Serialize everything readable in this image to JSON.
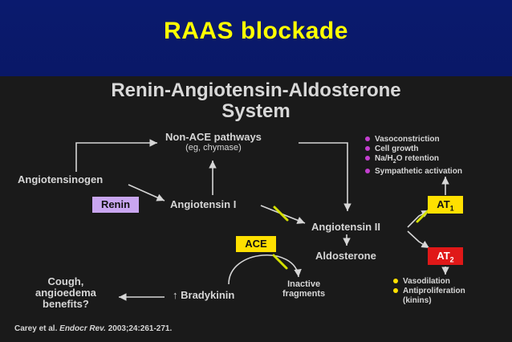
{
  "slide_title": "RAAS blockade",
  "panel_title_line1": "Renin-Angiotensin-Aldosterone",
  "panel_title_line2": "System",
  "nodes": {
    "non_ace": "Non-ACE pathways",
    "non_ace_sub": "(eg, chymase)",
    "angiotensinogen": "Angiotensinogen",
    "renin": "Renin",
    "ang1": "Angiotensin I",
    "ang2": "Angiotensin II",
    "aldosterone": "Aldosterone",
    "ace": "ACE",
    "bradykinin": "Bradykinin",
    "bradykinin_arrow": "↑",
    "inactive_line1": "Inactive",
    "inactive_line2": "fragments",
    "cough_line1": "Cough,",
    "cough_line2": "angioedema",
    "cough_line3": "benefits?",
    "at1": "AT",
    "at1_sub": "1",
    "at2": "AT",
    "at2_sub": "2"
  },
  "at1_effects": [
    "Vasoconstriction",
    "Cell growth",
    "Sympathetic activation"
  ],
  "at1_effect_na_prefix": "Na/H",
  "at1_effect_na_sub": "2",
  "at1_effect_na_suffix": "O retention",
  "at2_effects": [
    "Vasodilation",
    "Antiproliferation",
    "(kinins)"
  ],
  "citation_prefix": "Carey et al. ",
  "citation_journal": "Endocr Rev.",
  "citation_suffix": " 2003;24:261-271.",
  "colors": {
    "title": "#ffff00",
    "renin_box": "#c9a6f0",
    "ace_box": "#ffe000",
    "at1_box": "#ffe000",
    "at2_box": "#e01818",
    "bullet_at1": "#c43fd0",
    "bullet_at2": "#ffe000",
    "block_x": "#d4e000"
  }
}
